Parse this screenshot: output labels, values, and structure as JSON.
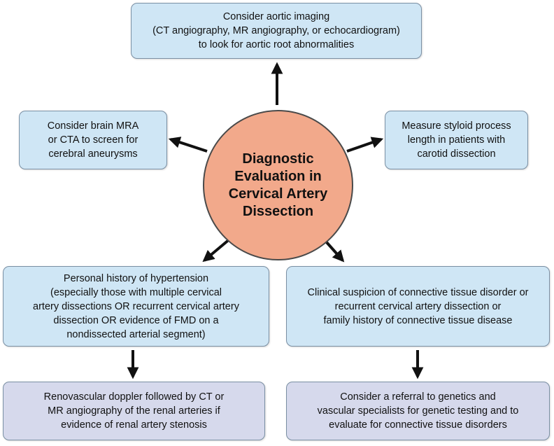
{
  "center": {
    "lines": [
      "Diagnostic",
      "Evaluation in",
      "Cervical Artery",
      "Dissection"
    ]
  },
  "boxes": {
    "aortic": [
      "Consider aortic imaging",
      "(CT angiography, MR angiography, or echocardiogram)",
      "to look for aortic root abnormalities"
    ],
    "brain": [
      "Consider brain MRA",
      "or CTA to screen for",
      "cerebral aneurysms"
    ],
    "styloid": [
      "Measure styloid process",
      "length in patients with",
      "carotid dissection"
    ],
    "hypertension": [
      "Personal history of hypertension",
      "(especially those with multiple cervical",
      "artery dissections OR recurrent cervical artery",
      "dissection OR evidence of FMD on a",
      "nondissected arterial segment)"
    ],
    "connective": [
      "Clinical suspicion of connective tissue disorder or",
      "recurrent cervical artery dissection or",
      "family history of connective tissue disease"
    ],
    "renovascular": [
      "Renovascular doppler followed by CT or",
      "MR angiography of the renal arteries if",
      "evidence of renal artery stenosis"
    ],
    "referral": [
      "Consider a referral to genetics and",
      "vascular specialists for genetic testing and to",
      "evaluate for connective tissue disorders"
    ]
  },
  "colors": {
    "box_blue": "#cfe6f5",
    "box_lavender": "#d6d9ec",
    "hub_fill": "#f2a98b",
    "arrow": "#111111"
  }
}
